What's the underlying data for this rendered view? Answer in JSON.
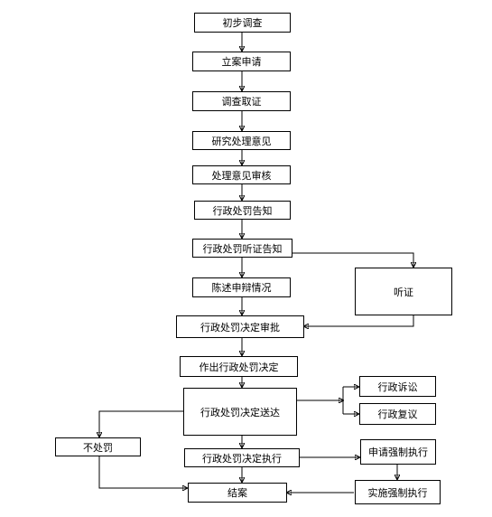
{
  "nodes": {
    "initial_investigation": "初步调查",
    "file_case": "立案申请",
    "investigate_evidence": "调查取证",
    "study_opinion": "研究处理意见",
    "review_opinion": "处理意见审核",
    "penalty_notice": "行政处罚告知",
    "hearing_notice": "行政处罚听证告知",
    "hearing": "听证",
    "statement_defense": "陈述申辩情况",
    "approval": "行政处罚决定审批",
    "make_decision": "作出行政处罚决定",
    "deliver_decision": "行政处罚决定送达",
    "lawsuit": "行政诉讼",
    "reconsideration": "行政复议",
    "no_penalty": "不处罚",
    "execute_decision": "行政处罚决定执行",
    "apply_enforcement": "申请强制执行",
    "close_case": "结案",
    "implement_enforcement": "实施强制执行"
  }
}
